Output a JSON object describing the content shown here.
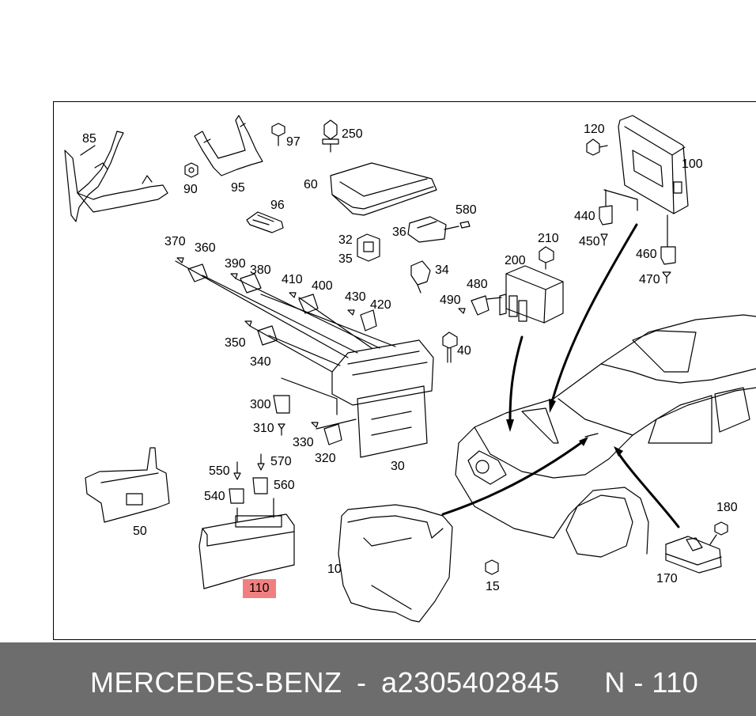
{
  "labels": {
    "p10": "10",
    "p15": "15",
    "p30": "30",
    "p32": "32",
    "p34": "34",
    "p35": "35",
    "p36": "36",
    "p40": "40",
    "p50": "50",
    "p60": "60",
    "p85": "85",
    "p90": "90",
    "p95": "95",
    "p96": "96",
    "p97": "97",
    "p100": "100",
    "p110": "110",
    "p120": "120",
    "p170": "170",
    "p180": "180",
    "p200": "200",
    "p210": "210",
    "p250": "250",
    "p300": "300",
    "p310": "310",
    "p320": "320",
    "p330": "330",
    "p340": "340",
    "p350": "350",
    "p360": "360",
    "p370": "370",
    "p380": "380",
    "p390": "390",
    "p400": "400",
    "p410": "410",
    "p420": "420",
    "p430": "430",
    "p440": "440",
    "p450": "450",
    "p460": "460",
    "p470": "470",
    "p480": "480",
    "p490": "490",
    "p540": "540",
    "p550": "550",
    "p560": "560",
    "p570": "570",
    "p580": "580"
  },
  "highlighted_part": "110",
  "highlight_color": "#f08080",
  "footer": {
    "brand": "MERCEDES-BENZ",
    "separator": "-",
    "part_number": "a2305402845",
    "position": "N - 110"
  },
  "footer_color": "#6d6d6d"
}
